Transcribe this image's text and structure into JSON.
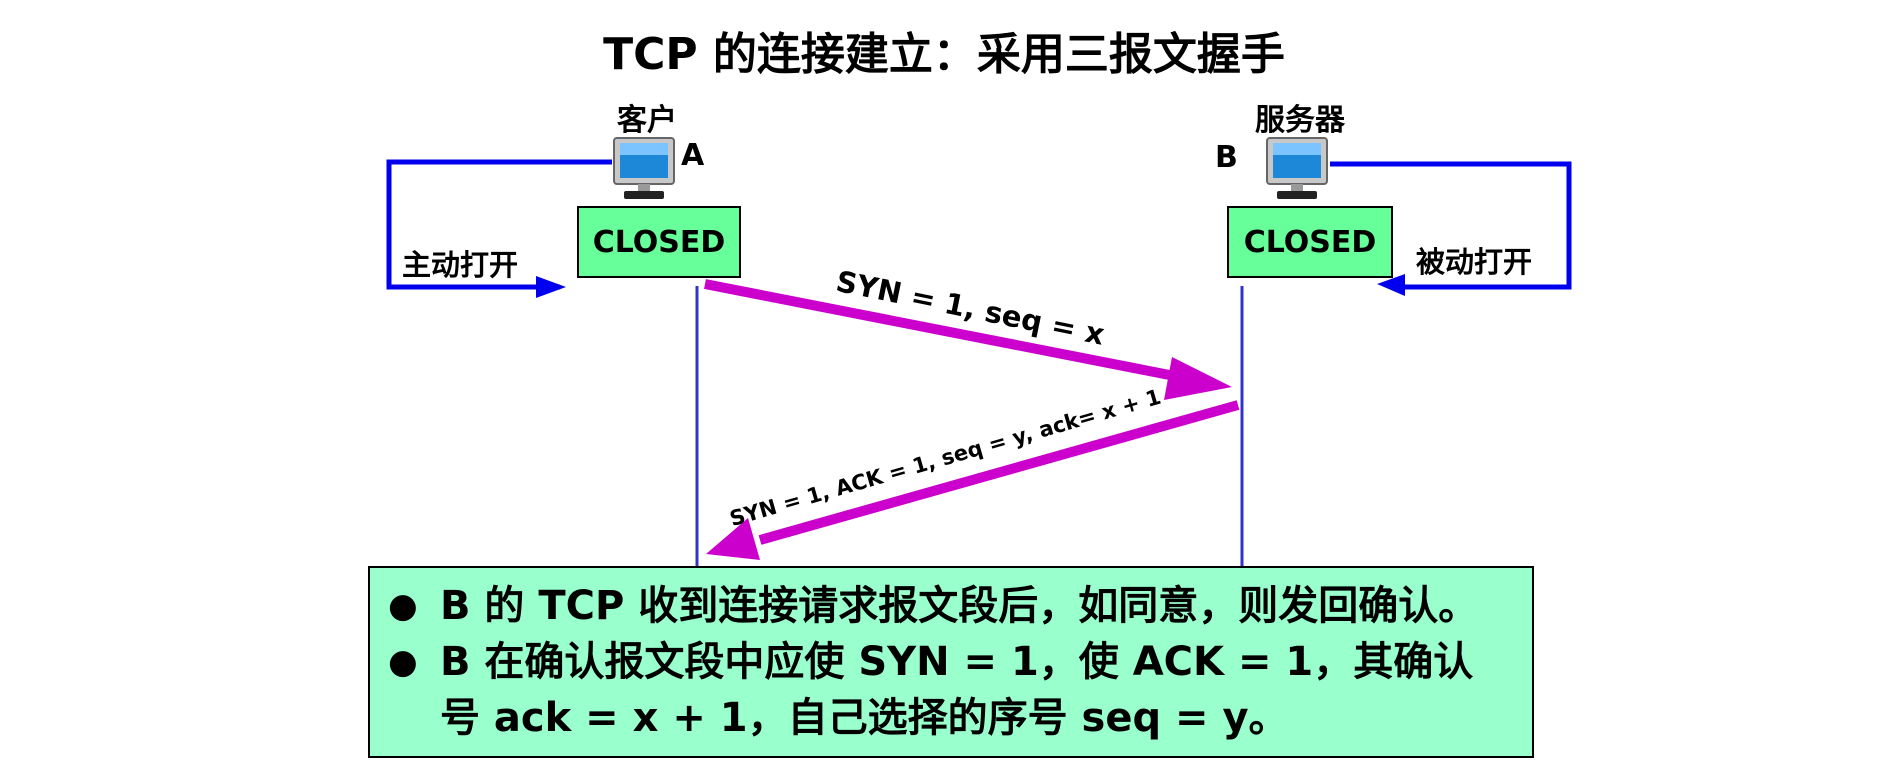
{
  "title": "TCP 的连接建立：采用三报文握手",
  "client": {
    "role_label": "客户",
    "host_label": "A",
    "state": "CLOSED",
    "action": "主动打开",
    "icon": "computer-icon"
  },
  "server": {
    "role_label": "服务器",
    "host_label": "B",
    "state": "CLOSED",
    "action": "被动打开",
    "icon": "computer-icon"
  },
  "messages": [
    {
      "text": "SYN = 1, seq = x",
      "direction": "A→B"
    },
    {
      "text": "SYN = 1, ACK = 1, seq = y, ack= x + 1",
      "direction": "B→A"
    }
  ],
  "notes": [
    "B 的 TCP 收到连接请求报文段后，如同意，则发回确认。",
    "B 在确认报文段中应使 SYN = 1，使 ACK = 1，其确认号 ack = x + 1，自己选择的序号 seq = y。"
  ],
  "colors": {
    "state_fill": "#66ff99",
    "note_fill": "#99ffcc",
    "message_arrow": "#cc00cc",
    "open_arrow": "#0000ee",
    "timeline": "#3333cc"
  }
}
